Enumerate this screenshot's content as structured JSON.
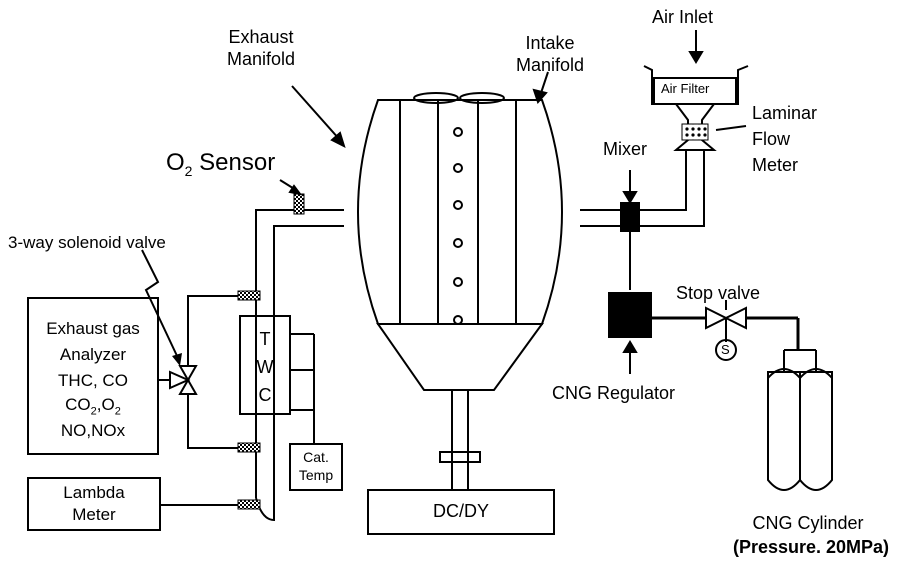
{
  "labels": {
    "air_inlet": "Air Inlet",
    "air_filter": "Air Filter",
    "laminar_flow_meter": [
      "Laminar",
      "Flow",
      "Meter"
    ],
    "intake_manifold": [
      "Intake",
      "Manifold"
    ],
    "exhaust_manifold": [
      "Exhaust",
      "Manifold"
    ],
    "o2_sensor_main": "O",
    "o2_sensor_sub": "2",
    "o2_sensor_rest": " Sensor",
    "mixer": "Mixer",
    "three_way_valve": "3-way solenoid valve",
    "stop_valve": "Stop valve",
    "stop_valve_symbol": "S",
    "cng_regulator": "CNG Regulator",
    "cng_cylinder": "CNG Cylinder",
    "cng_pressure": "(Pressure. 20MPa)",
    "twc": [
      "T",
      "W",
      "C"
    ],
    "cat_temp": [
      "Cat.",
      "Temp"
    ],
    "dc_dy": "DC/DY",
    "lambda_meter": [
      "Lambda",
      "Meter"
    ],
    "analyzer": {
      "line1": "Exhaust gas",
      "line2": "Analyzer",
      "line3": "THC, CO",
      "line4_a": "CO",
      "line4_b": "2",
      "line4_c": ",O",
      "line4_d": "2",
      "line5": "NO,NOx"
    }
  },
  "colors": {
    "line": "#000000",
    "background": "#ffffff"
  }
}
